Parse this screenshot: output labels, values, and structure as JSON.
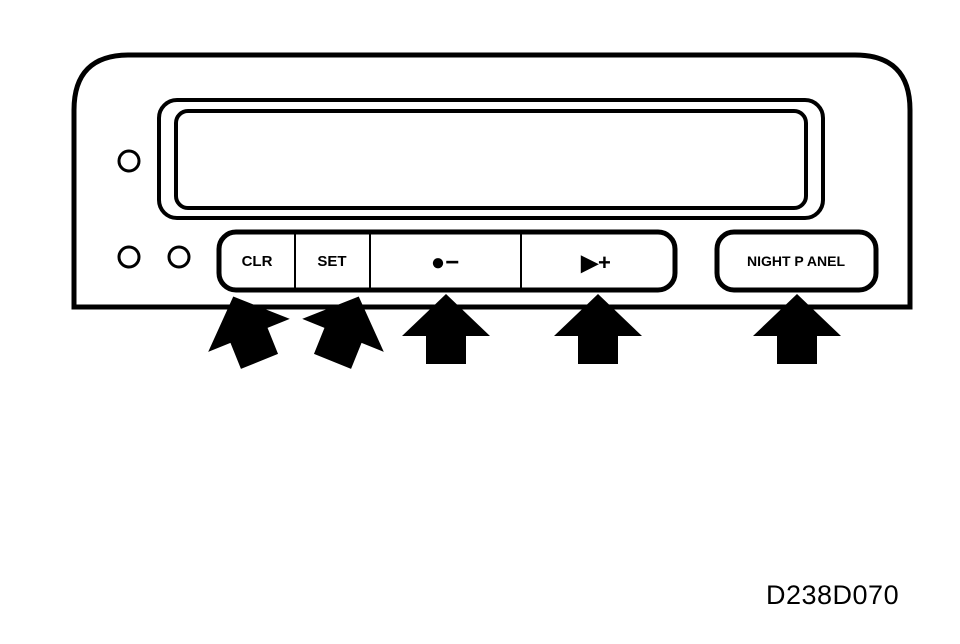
{
  "panel": {
    "buttons": {
      "clr_label": "CLR",
      "set_label": "SET",
      "minus_symbol": "●−",
      "plus_symbol": "▶+",
      "night_panel_label": "NIGHT P ANEL"
    },
    "arrow_count": 5
  },
  "figure_code": "D238D070",
  "colors": {
    "ink": "#000000",
    "paper": "#ffffff"
  }
}
